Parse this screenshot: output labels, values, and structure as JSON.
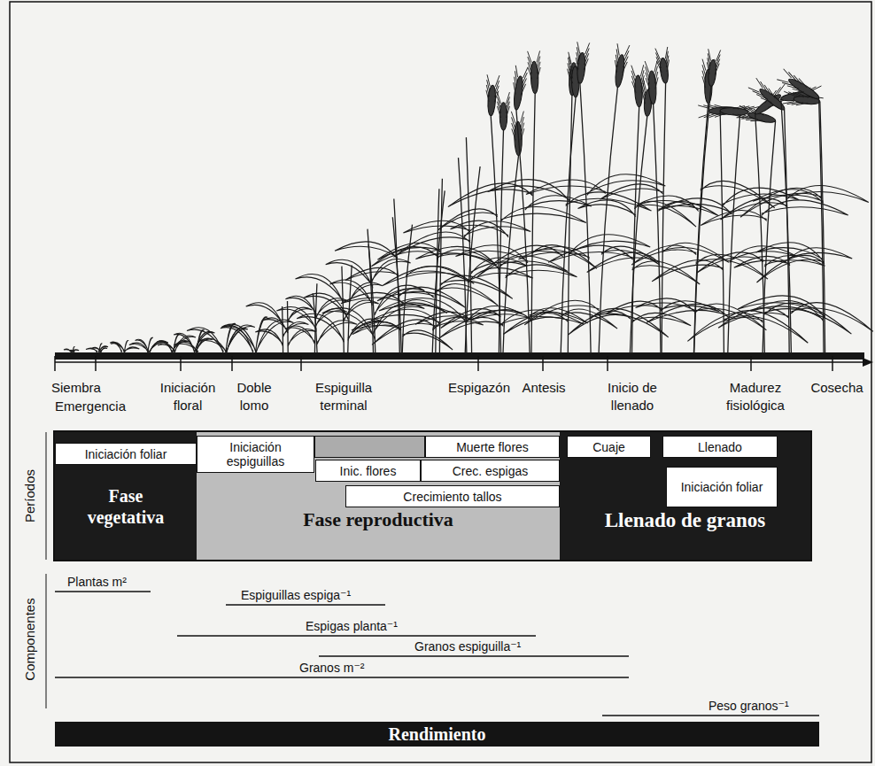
{
  "diagram": {
    "nodes": [
      {
        "text": [
          "Fase vegetativa"
        ]
      },
      {
        "text": [
          "Iniciación foliar"
        ],
        "in": 0
      },
      {
        "text": [
          "Fase reproductiva"
        ]
      },
      {
        "text": [
          "Iniciación espiguillas"
        ],
        "in": 2
      },
      {
        "text": [
          "Muerte flores"
        ],
        "in": 2
      },
      {
        "text": [
          "Inic. flores"
        ],
        "in": 2
      },
      {
        "text": [
          "Crec. espigas"
        ],
        "in": 2
      },
      {
        "text": [
          "Crecimiento tallos"
        ],
        "in": 2
      },
      {
        "text": [
          "Llenado de granos"
        ]
      },
      {
        "text": [
          "Cuaje"
        ],
        "in": 8
      },
      {
        "text": [
          "Llenado"
        ],
        "in": 8
      },
      {
        "text": [
          "Iniciación foliar"
        ],
        "in": 8
      },
      {
        "text": [
          "Rendimiento"
        ]
      }
    ],
    "labels": [
      "Siembra",
      "Emergencia",
      "Iniciación floral",
      "Doble lomo",
      "Espiguilla terminal",
      "Espigazón",
      "Antesis",
      "Inicio de llenado",
      "Madurez fisiológica",
      "Cosecha",
      "Períodos",
      "Componentes",
      "Plantas m²",
      "Espiguillas espiga⁻¹",
      "Espigas planta⁻¹",
      "Granos espiguilla⁻¹",
      "Granos m⁻²",
      "Peso granos⁻¹"
    ]
  }
}
